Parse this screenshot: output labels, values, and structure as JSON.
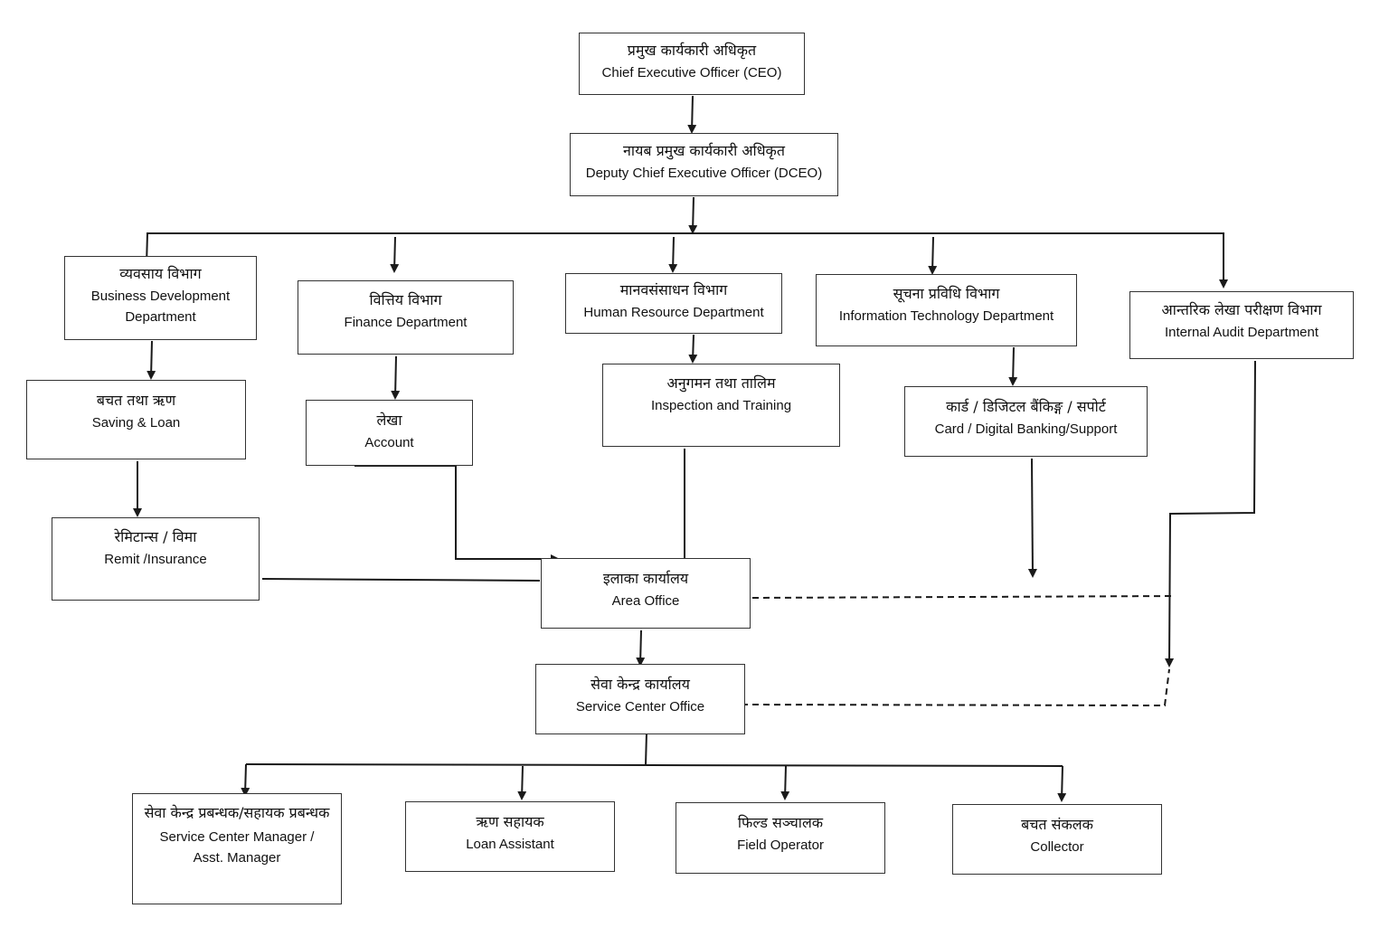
{
  "org_chart": {
    "ceo": {
      "np": "प्रमुख कार्यकारी अधिकृत",
      "en": "Chief Executive Officer (CEO)"
    },
    "dceo": {
      "np": "नायब प्रमुख कार्यकारी अधिकृत",
      "en": "Deputy Chief Executive Officer (DCEO)"
    },
    "business_dev": {
      "np": "व्यवसाय विभाग",
      "en": "Business Development Department"
    },
    "finance": {
      "np": "वित्तिय विभाग",
      "en": "Finance Department"
    },
    "hr": {
      "np": "मानवसंसाधन विभाग",
      "en": "Human Resource Department"
    },
    "it": {
      "np": "सूचना प्रविधि विभाग",
      "en": "Information Technology Department"
    },
    "audit": {
      "np": "आन्तरिक लेखा परीक्षण विभाग",
      "en": "Internal Audit Department"
    },
    "saving_loan": {
      "np": "बचत तथा ऋण",
      "en": "Saving & Loan"
    },
    "account": {
      "np": "लेखा",
      "en": "Account"
    },
    "inspection": {
      "np": "अनुगमन तथा तालिम",
      "en": "Inspection and Training"
    },
    "card_digital": {
      "np": "कार्ड / डिजिटल बैंकिङ्ग / सपोर्ट",
      "en": "Card / Digital Banking/Support"
    },
    "remit": {
      "np": "रेमिटान्स / विमा",
      "en": "Remit /Insurance"
    },
    "area_office": {
      "np": "इलाका कार्यालय",
      "en": "Area Office"
    },
    "service_center": {
      "np": "सेवा केन्द्र कार्यालय",
      "en": "Service Center Office"
    },
    "sc_manager": {
      "np": "सेवा केन्द्र प्रबन्धक/सहायक प्रबन्धक",
      "en": "Service Center Manager / Asst. Manager"
    },
    "loan_assistant": {
      "np": "ऋण सहायक",
      "en": "Loan Assistant"
    },
    "field_operator": {
      "np": "फिल्ड सञ्चालक",
      "en": "Field Operator"
    },
    "collector": {
      "np": "बचत संकलक",
      "en": "Collector"
    }
  },
  "colors": {
    "line": "#1a1a1a",
    "border": "#333333",
    "background": "#ffffff"
  }
}
